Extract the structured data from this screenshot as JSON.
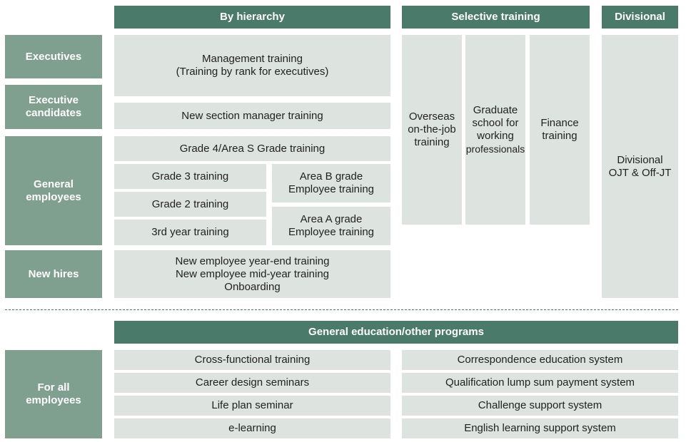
{
  "headers": {
    "by_hierarchy": "By hierarchy",
    "selective": "Selective training",
    "divisional": "Divisional",
    "general_education": "General education/other programs"
  },
  "levels": {
    "executives": "Executives",
    "executive_candidates": "Executive\ncandidates",
    "general_employees": "General\nemployees",
    "new_hires": "New hires",
    "all_employees": "For all\nemployees"
  },
  "hierarchy": {
    "management": "Management training\n(Training by rank for executives)",
    "section_manager": "New section manager training",
    "grade4": "Grade 4/Area S Grade training",
    "grade3": "Grade 3 training",
    "grade2": "Grade 2 training",
    "third_year": "3rd year training",
    "area_b": "Area B grade\nEmployee training",
    "area_a": "Area A grade\nEmployee training",
    "new_employee": "New employee year-end training\nNew employee mid-year training\nOnboarding"
  },
  "selective": {
    "overseas": "Overseas\non-the-job\ntraining",
    "graduate_line1": "Graduate\nschool for\nworking",
    "graduate_line2": "professionals",
    "finance": "Finance\ntraining"
  },
  "divisional": {
    "ojt": "Divisional\nOJT & Off-JT"
  },
  "general_programs": {
    "left": [
      "Cross-functional training",
      "Career design seminars",
      "Life plan seminar",
      "e-learning"
    ],
    "right": [
      "Correspondence education system",
      "Qualification lump sum payment system",
      "Challenge support system",
      "English learning support system"
    ]
  }
}
